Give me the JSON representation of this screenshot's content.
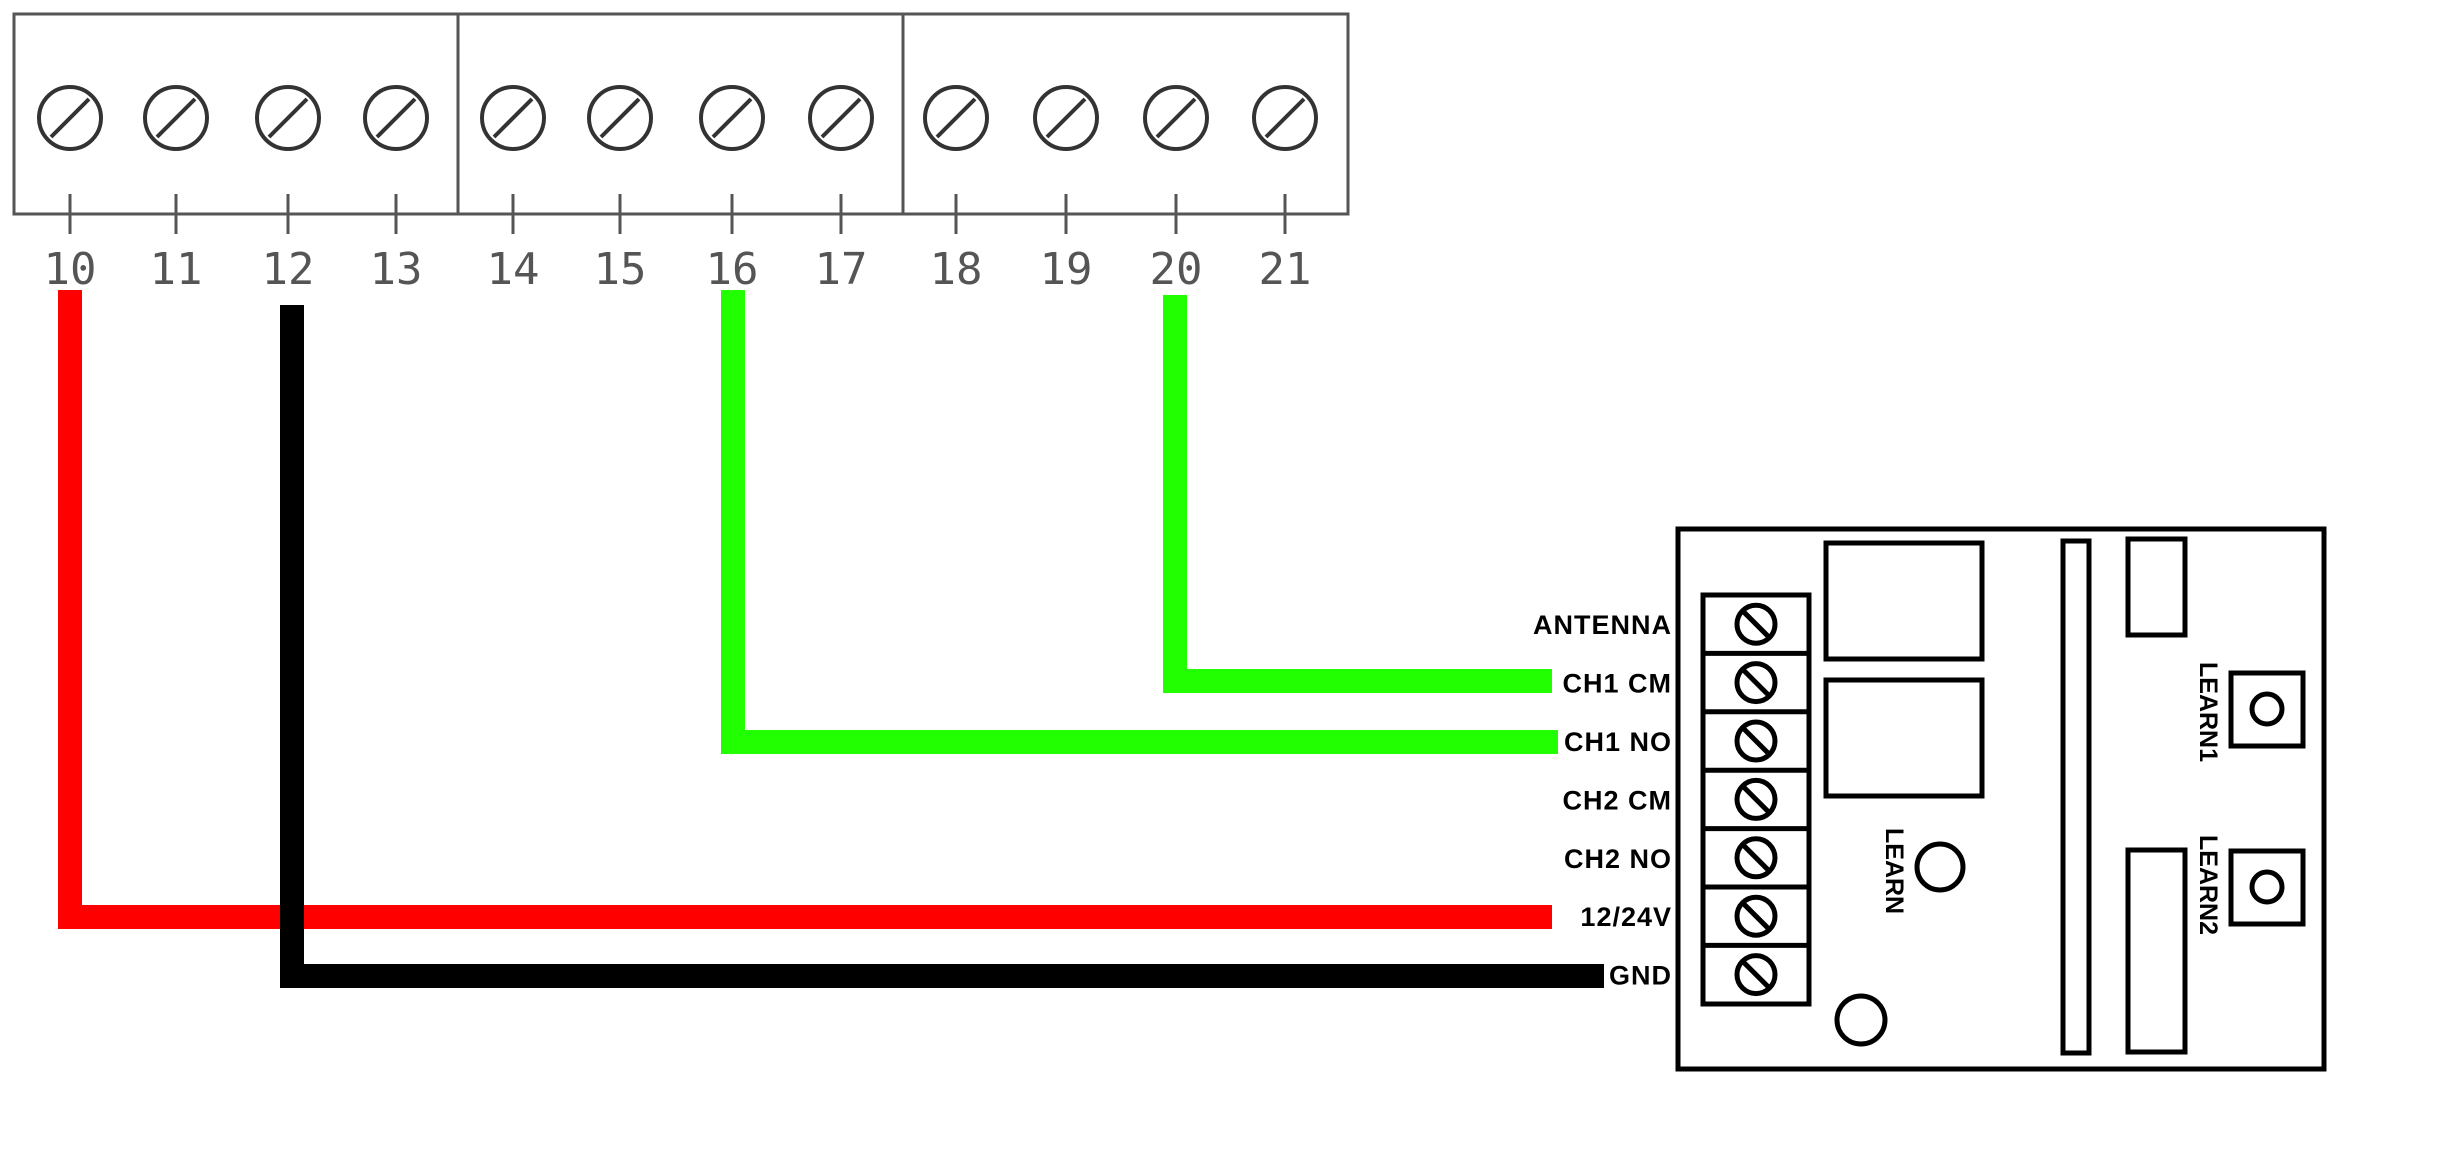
{
  "terminal_block": {
    "groups": 3,
    "terminals": [
      "10",
      "11",
      "12",
      "13",
      "14",
      "15",
      "16",
      "17",
      "18",
      "19",
      "20",
      "21"
    ]
  },
  "receiver": {
    "pins": [
      "ANTENNA",
      "CH1 CM",
      "CH1 NO",
      "CH2 CM",
      "CH2 NO",
      "12/24V",
      "GND"
    ],
    "button_labels": {
      "learn": "LEARN",
      "learn1": "LEARN1",
      "learn2": "LEARN2"
    }
  },
  "wires": [
    {
      "from_terminal": "10",
      "to_pin": "12/24V",
      "color": "#ff0000"
    },
    {
      "from_terminal": "12",
      "to_pin": "GND",
      "color": "#000000"
    },
    {
      "from_terminal": "16",
      "to_pin": "CH1 NO",
      "color": "#22ff00"
    },
    {
      "from_terminal": "20",
      "to_pin": "CH1 CM",
      "color": "#22ff00"
    }
  ],
  "colors": {
    "outline": "#000000",
    "number_text": "#555555"
  }
}
